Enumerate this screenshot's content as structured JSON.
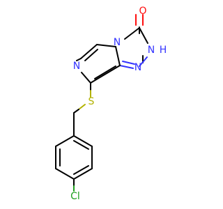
{
  "molecule": {
    "atoms": {
      "O": {
        "label": "O",
        "color": "#ff0d0d"
      },
      "NH": {
        "label": "N",
        "h_label": "H",
        "color": "#3333ff"
      },
      "N_triazole": {
        "label": "N",
        "color": "#3333ff"
      },
      "N_bridge": {
        "label": "N",
        "color": "#3333ff"
      },
      "N_pyrazine": {
        "label": "N",
        "color": "#3333ff"
      },
      "S": {
        "label": "S",
        "color": "#b2b200"
      },
      "Cl": {
        "label": "Cl",
        "color": "#1fa01f"
      }
    }
  }
}
